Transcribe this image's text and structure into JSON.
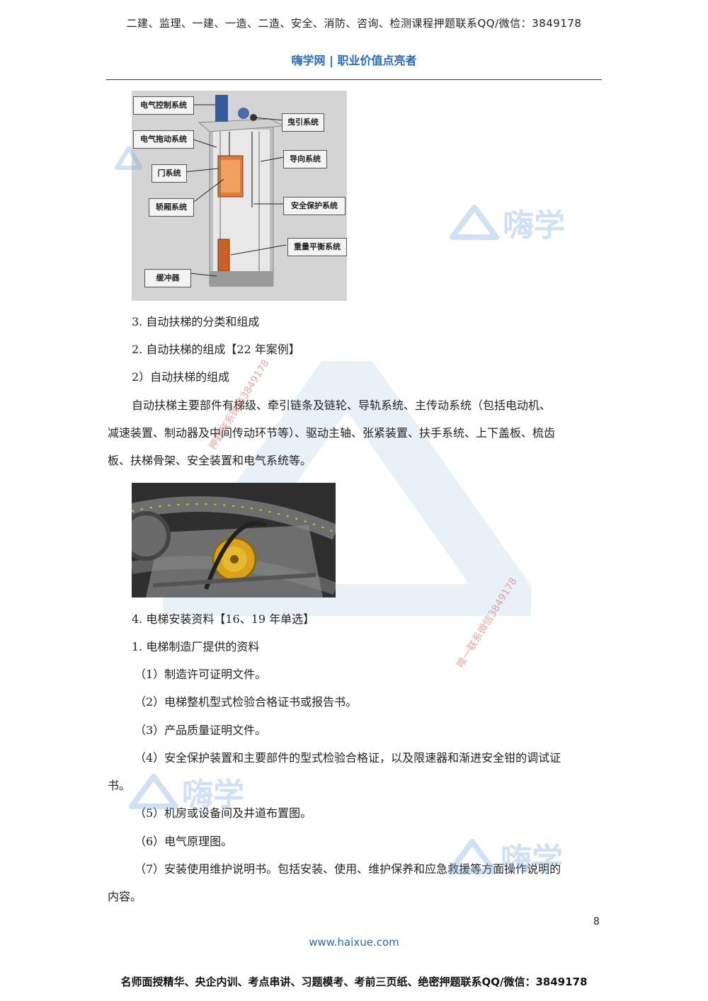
{
  "header": {
    "banner": "二建、监理、一建、一造、二造、安全、消防、咨询、检测课程押题联系QQ/微信：3849178",
    "brand": "嗨学网  |  职业价值点亮者"
  },
  "figure1": {
    "labels": {
      "electric_control": "电气控制系统",
      "traction": "曳引系统",
      "electric_drive": "电气拖动系统",
      "guide": "导向系统",
      "door": "门系统",
      "car": "轿厢系统",
      "safety": "安全保护系统",
      "weight_balance": "重量平衡系统",
      "buffer": "缓冲器"
    }
  },
  "body": {
    "p1": "3.  自动扶梯的分类和组成",
    "p2": "2.  自动扶梯的组成【22 年案例】",
    "p3": "2）自动扶梯的组成",
    "p4": "自动扶梯主要部件有梯级、牵引链条及链轮、导轨系统、主传动系统（包括电动机、",
    "p5": "减速装置、制动器及中间传动环节等）、驱动主轴、张紧装置、扶手系统、上下盖板、梳齿",
    "p6": "板、扶梯骨架、安全装置和电气系统等。",
    "p7": "4.  电梯安装资料【16、19 年单选】",
    "p8": "1.  电梯制造厂提供的资料",
    "p9": "（1）制造许可证明文件。",
    "p10": "（2）电梯整机型式检验合格证书或报告书。",
    "p11": "（3）产品质量证明文件。",
    "p12": "（4）安全保护装置和主要部件的型式检验合格证，以及限速器和渐进安全钳的调试证",
    "p13": "书。",
    "p14": "（5）机房或设备间及井道布置图。",
    "p15": "（6）电气原理图。",
    "p16": "（7）安装使用维护说明书。包括安装、使用、维护保养和应急救援等方面操作说明的",
    "p17": "内容。"
  },
  "watermarks": {
    "logo_text": "嗨学",
    "stamp1": "唯一联系微信3849178",
    "stamp2": "押题联系微信3849178"
  },
  "footer": {
    "page_number": "8",
    "site": "www.haixue.com",
    "banner": "名师面授精华、央企内训、考点串讲、习题模考、考前三页纸、绝密押题联系QQ/微信：3849178"
  },
  "colors": {
    "brand_blue": "#2a6ab5",
    "watermark_blue": "#8fb4dc",
    "stamp_red": "#dc5a5a"
  }
}
